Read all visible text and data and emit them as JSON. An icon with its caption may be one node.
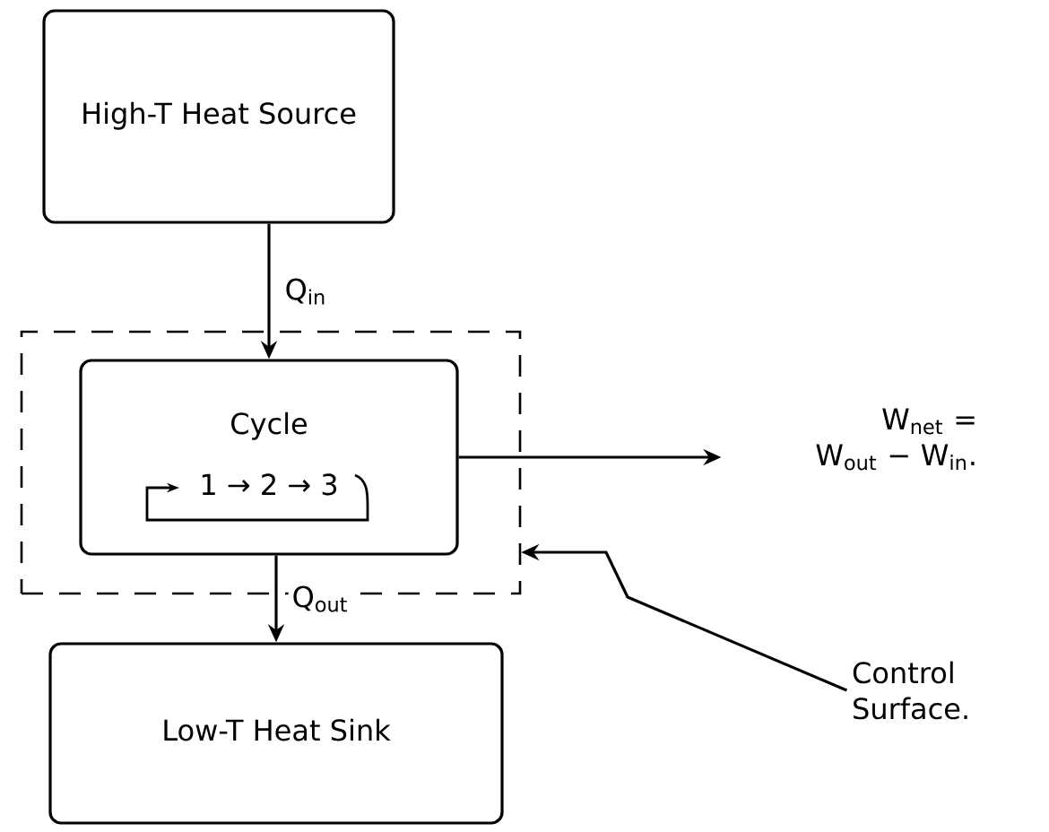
{
  "diagram": {
    "nodes": [
      {
        "text": [
          "High-T Heat Source"
        ]
      },
      {
        "text": [],
        "shape": "box"
      },
      {
        "text": [
          "Cycle",
          "1 → 2 → 3"
        ],
        "in": 1
      },
      {
        "text": [
          "Low-T Heat Sink"
        ]
      },
      {
        "text": [
          "W$_{net}$ = W$_{out}$ − W$_{in}$."
        ]
      },
      {
        "text": [
          "Control Surface."
        ]
      }
    ],
    "edges": [
      {
        "from": 0,
        "to": 2,
        "arrow": "to",
        "label": "Q$_{in}$"
      },
      {
        "from": 2,
        "to": 3,
        "arrow": "to",
        "label": "Q$_{out}$"
      },
      {
        "from": 2,
        "to": 4,
        "arrow": "to"
      },
      {
        "from": 5,
        "to": 1,
        "arrow": "to"
      }
    ]
  }
}
